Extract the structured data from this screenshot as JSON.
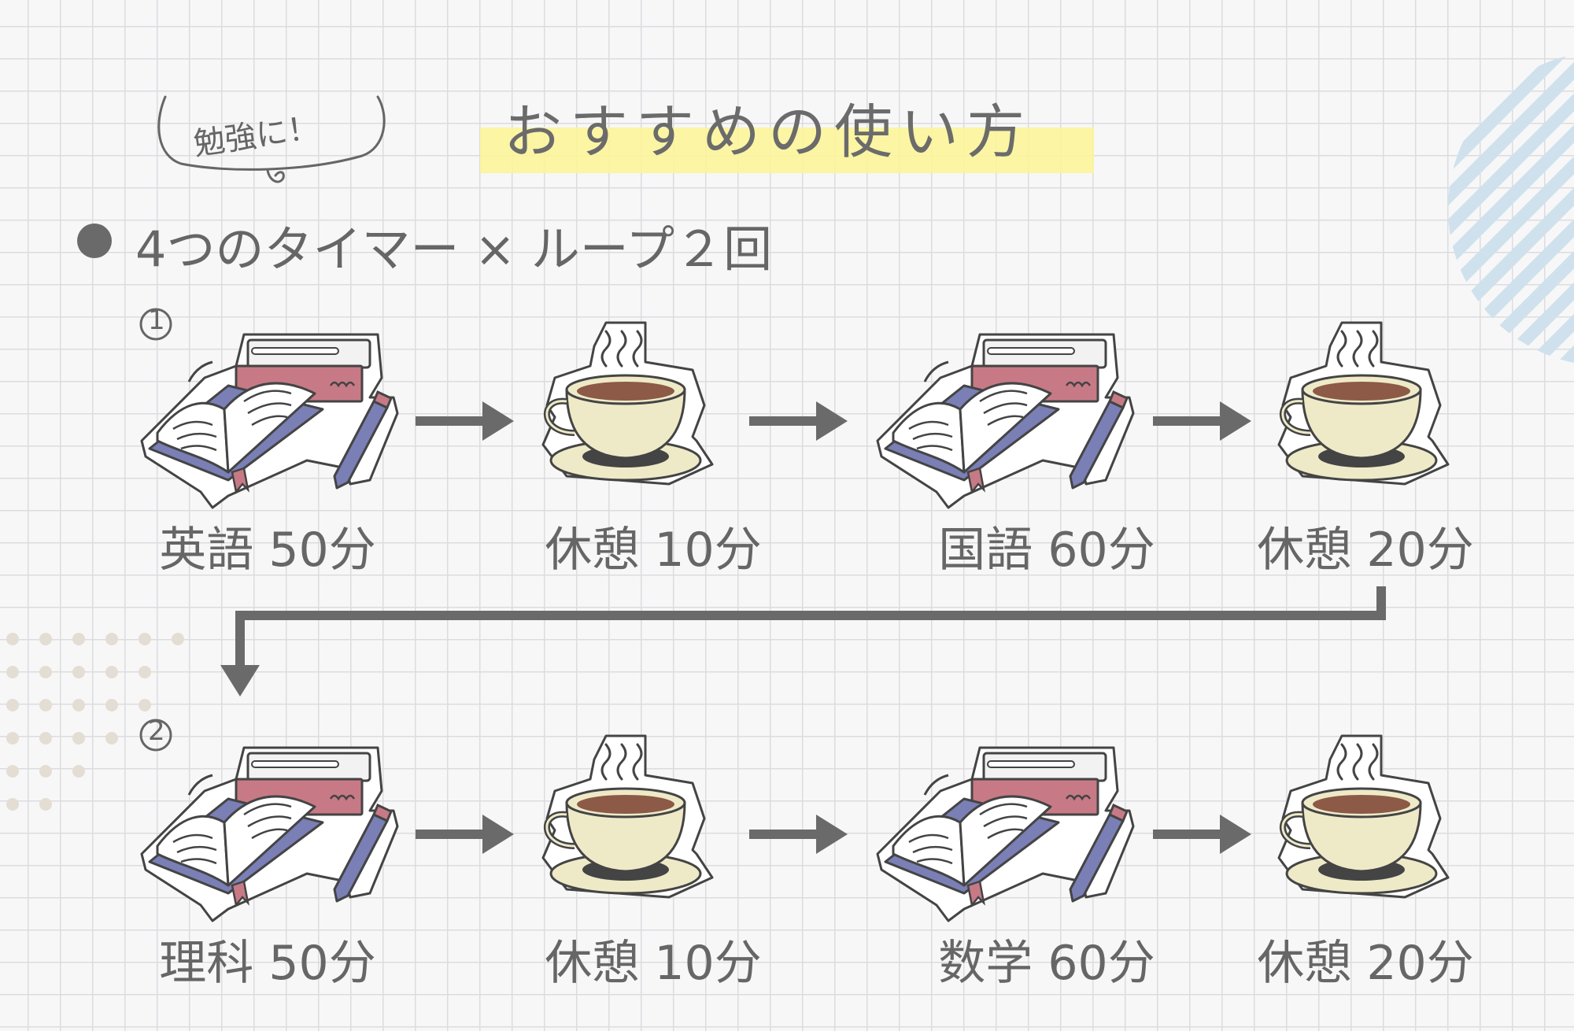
{
  "title": "おすすめの使い方",
  "speech_bubble": "勉強に！",
  "heading": "4つのタイマー × ループ２回",
  "colors": {
    "text": "#666666",
    "highlight": "#fbf49a",
    "book_purple": "#7a7fb5",
    "book_red": "#c77a86",
    "cup_cream": "#eeeac8",
    "coffee": "#8c5a46",
    "stripe_blue": "#cfe1ec",
    "dot_beige": "#e4ddd3"
  },
  "loops": [
    {
      "number": "1",
      "steps": [
        {
          "icon": "book-icon",
          "label": "英語 50分"
        },
        {
          "icon": "coffee-icon",
          "label": "休憩 10分"
        },
        {
          "icon": "book-icon",
          "label": "国語 60分"
        },
        {
          "icon": "coffee-icon",
          "label": "休憩 20分"
        }
      ]
    },
    {
      "number": "2",
      "steps": [
        {
          "icon": "book-icon",
          "label": "理科 50分"
        },
        {
          "icon": "coffee-icon",
          "label": "休憩 10分"
        },
        {
          "icon": "book-icon",
          "label": "数学 60分"
        },
        {
          "icon": "coffee-icon",
          "label": "休憩 20分"
        }
      ]
    }
  ]
}
